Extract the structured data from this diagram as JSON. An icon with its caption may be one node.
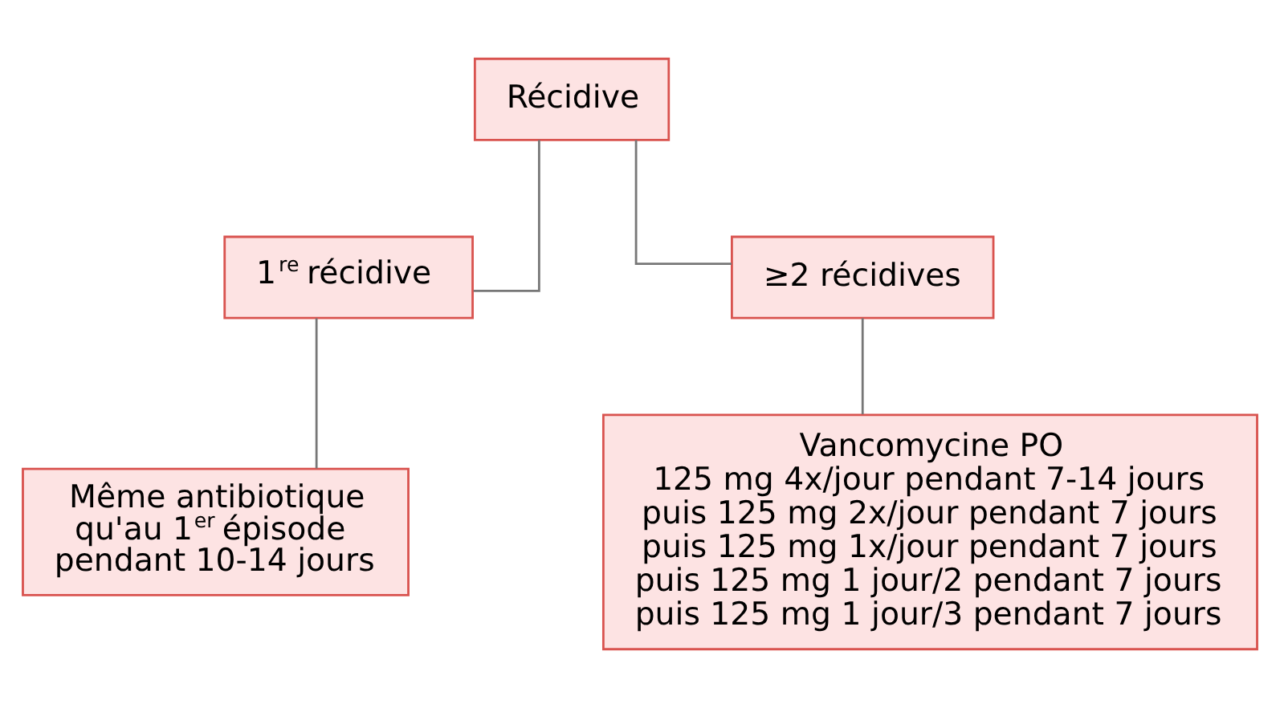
{
  "diagram": {
    "nodes": [
      {
        "text": [
          "Récidive"
        ]
      },
      {
        "text": [
          "1$^{re}$ récidive"
        ]
      },
      {
        "text": [
          "≥2 récidives"
        ]
      },
      {
        "text": [
          "Même antibiotique qu'au 1$^{er}$ épisode pendant 10-14 jours"
        ]
      },
      {
        "text": [
          "Vancomycine PO",
          "125 mg 4x/jour pendant 7-14 jours",
          "puis 125 mg 2x/jour pendant 7 jours",
          "puis 125 mg 1x/jour pendant 7 jours",
          "puis 125 mg 1 jour/2 pendant 7 jours",
          "puis 125 mg 1 jour/3 pendant 7 jours"
        ]
      }
    ],
    "edges": [
      {
        "from": 0,
        "to": 1,
        "arrow": "none"
      },
      {
        "from": 0,
        "to": 2,
        "arrow": "none"
      },
      {
        "from": 1,
        "to": 3,
        "arrow": "none"
      },
      {
        "from": 2,
        "to": 4,
        "arrow": "none"
      }
    ]
  }
}
